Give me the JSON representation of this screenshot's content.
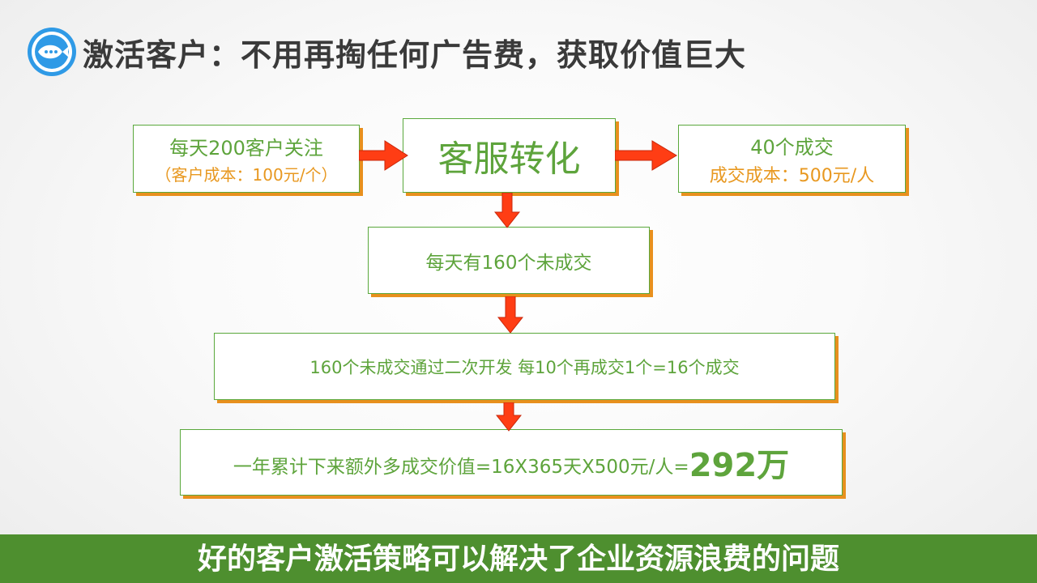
{
  "title": "激活客户：不用再掏任何广告费，获取价值巨大",
  "logo": {
    "icon": "chat-fish-icon",
    "color": "#2f9ae6"
  },
  "flow": {
    "box1": {
      "line1": "每天200客户关注",
      "line2": "（客户成本：100元/个）"
    },
    "box2": {
      "label": "客服转化"
    },
    "box3": {
      "line1": "40个成交",
      "line2": "成交成本：500元/人"
    },
    "box4": {
      "label": "每天有160个未成交"
    },
    "box5": {
      "label": "160个未成交通过二次开发 每10个再成交1个=16个成交"
    },
    "box6": {
      "label": "一年累计下来额外多成交价值=16X365天X500元/人=",
      "result": "292万"
    }
  },
  "footer": "好的客户激活策略可以解决了企业资源浪费的问题",
  "colors": {
    "green_text": "#5ea43c",
    "orange_text": "#e89820",
    "arrow": "#ff3d14",
    "footer_bg": "#4e8f2f"
  }
}
